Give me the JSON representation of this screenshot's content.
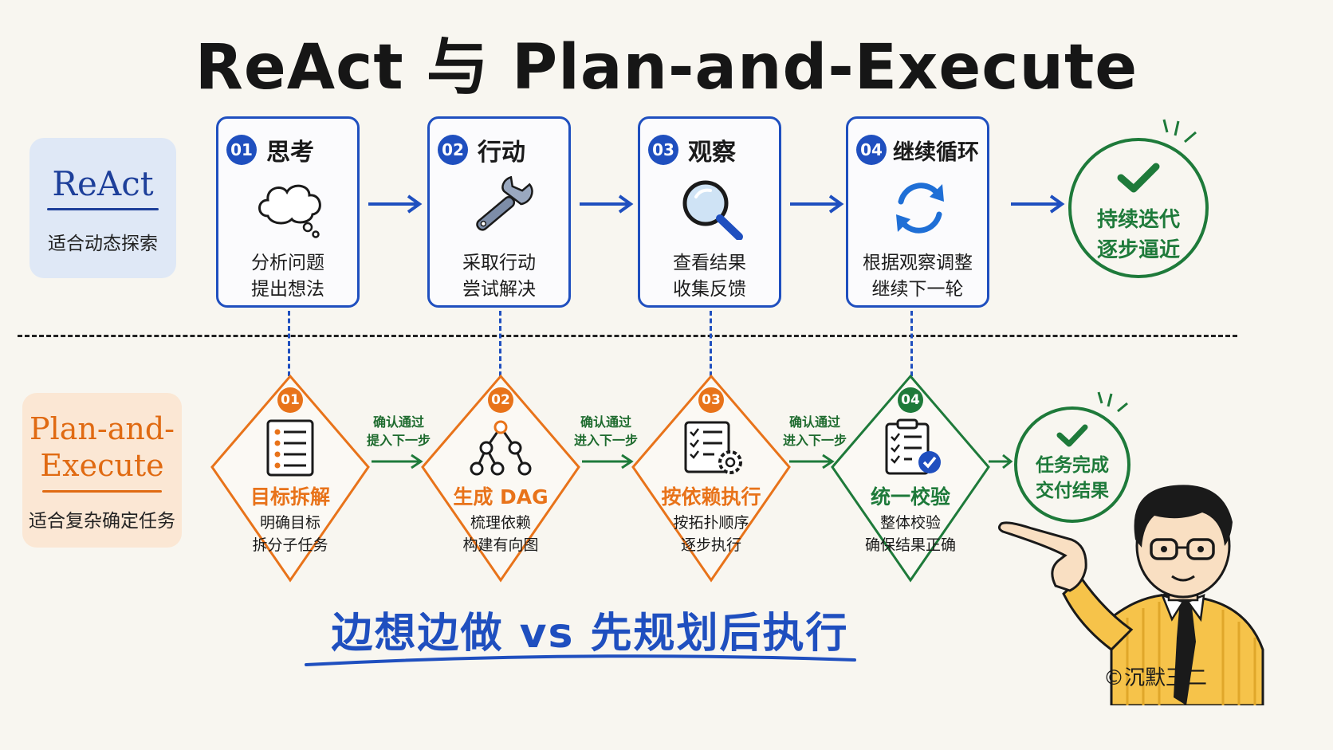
{
  "title": "ReAct 与 Plan-and-Execute",
  "react_card": {
    "name": "ReAct",
    "desc": "适合动态探索"
  },
  "pe_card": {
    "name_line1": "Plan-and-",
    "name_line2": "Execute",
    "desc": "适合复杂确定任务"
  },
  "react_steps": [
    {
      "num": "01",
      "title": "思考",
      "icon": "thought-cloud-icon",
      "desc1": "分析问题",
      "desc2": "提出想法"
    },
    {
      "num": "02",
      "title": "行动",
      "icon": "wrench-icon",
      "desc1": "采取行动",
      "desc2": "尝试解决"
    },
    {
      "num": "03",
      "title": "观察",
      "icon": "magnifier-icon",
      "desc1": "查看结果",
      "desc2": "收集反馈"
    },
    {
      "num": "04",
      "title": "继续循环",
      "icon": "cycle-arrows-icon",
      "desc1": "根据观察调整",
      "desc2": "继续下一轮"
    }
  ],
  "react_result": {
    "icon": "checkmark-icon",
    "line1": "持续迭代",
    "line2": "逐步逼近"
  },
  "pe_steps": [
    {
      "num": "01",
      "title": "目标拆解",
      "icon": "checklist-icon",
      "desc1": "明确目标",
      "desc2": "拆分子任务",
      "color": "#e8731a"
    },
    {
      "num": "02",
      "title": "生成 DAG",
      "icon": "tree-graph-icon",
      "desc1": "梳理依赖",
      "desc2": "构建有向图",
      "color": "#e8731a"
    },
    {
      "num": "03",
      "title": "按依赖执行",
      "icon": "gear-checklist-icon",
      "desc1": "按拓扑顺序",
      "desc2": "逐步执行",
      "color": "#e8731a"
    },
    {
      "num": "04",
      "title": "统一校验",
      "icon": "clipboard-check-icon",
      "desc1": "整体校验",
      "desc2": "确保结果正确",
      "color": "#1e7a3a"
    }
  ],
  "pe_arrow_labels": [
    {
      "line1": "确认通过",
      "line2": "提入下一步"
    },
    {
      "line1": "确认通过",
      "line2": "进入下一步"
    },
    {
      "line1": "确认通过",
      "line2": "进入下一步"
    }
  ],
  "pe_result": {
    "icon": "checkmark-icon",
    "line1": "任务完成",
    "line2": "交付结果"
  },
  "footer": "边想边做 vs 先规划后执行",
  "copyright": "©沉默王二",
  "colors": {
    "blue": "#1f4fbf",
    "orange": "#e8731a",
    "green": "#1e7a3a"
  }
}
